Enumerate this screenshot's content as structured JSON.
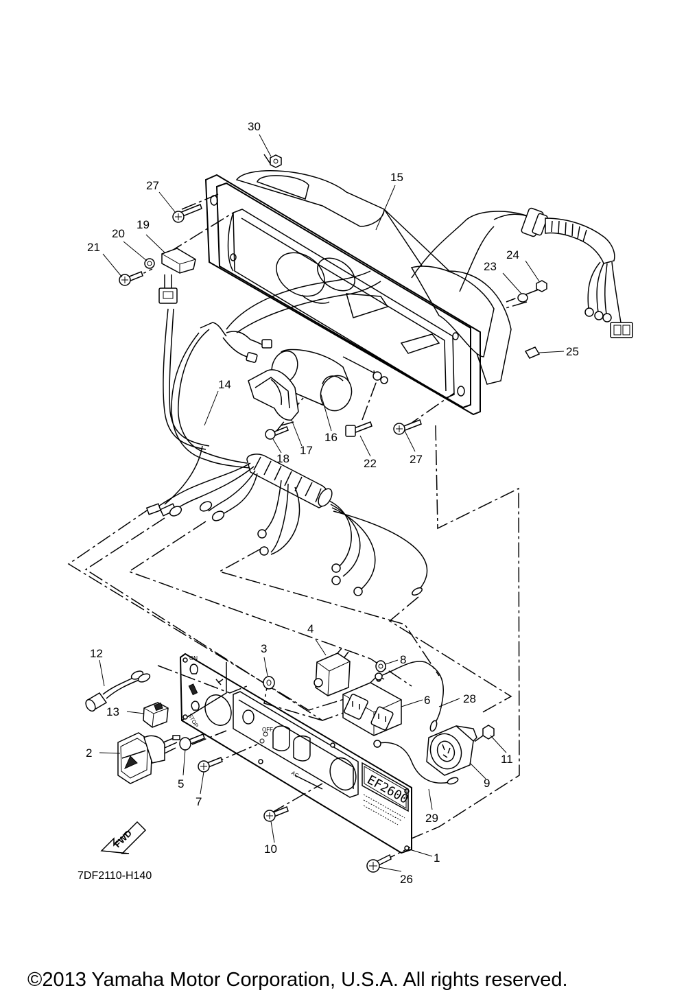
{
  "diagram": {
    "callouts": [
      {
        "id": "c1",
        "text": "1"
      },
      {
        "id": "c2",
        "text": "2"
      },
      {
        "id": "c3",
        "text": "3"
      },
      {
        "id": "c4",
        "text": "4"
      },
      {
        "id": "c5",
        "text": "5"
      },
      {
        "id": "c6",
        "text": "6"
      },
      {
        "id": "c7",
        "text": "7"
      },
      {
        "id": "c8",
        "text": "8"
      },
      {
        "id": "c9",
        "text": "9"
      },
      {
        "id": "c10",
        "text": "10"
      },
      {
        "id": "c11",
        "text": "11"
      },
      {
        "id": "c12",
        "text": "12"
      },
      {
        "id": "c13",
        "text": "13"
      },
      {
        "id": "c14",
        "text": "14"
      },
      {
        "id": "c15",
        "text": "15"
      },
      {
        "id": "c16",
        "text": "16"
      },
      {
        "id": "c17",
        "text": "17"
      },
      {
        "id": "c18",
        "text": "18"
      },
      {
        "id": "c19",
        "text": "19"
      },
      {
        "id": "c20",
        "text": "20"
      },
      {
        "id": "c21",
        "text": "21"
      },
      {
        "id": "c22",
        "text": "22"
      },
      {
        "id": "c23",
        "text": "23"
      },
      {
        "id": "c24",
        "text": "24"
      },
      {
        "id": "c25",
        "text": "25"
      },
      {
        "id": "c26",
        "text": "26"
      },
      {
        "id": "c27a",
        "text": "27"
      },
      {
        "id": "c27b",
        "text": "27"
      },
      {
        "id": "c28",
        "text": "28"
      },
      {
        "id": "c29",
        "text": "29"
      },
      {
        "id": "c30",
        "text": "30"
      }
    ],
    "panel": {
      "model": "EF2600",
      "on": "ON",
      "stop": "STOP",
      "ac": "AC",
      "off": "OFF"
    },
    "fwd_label": "FWD",
    "drawing_code": "7DF2110-H140"
  },
  "footer": {
    "copyright": "©2013 Yamaha Motor Corporation, U.S.A. All rights reserved."
  }
}
